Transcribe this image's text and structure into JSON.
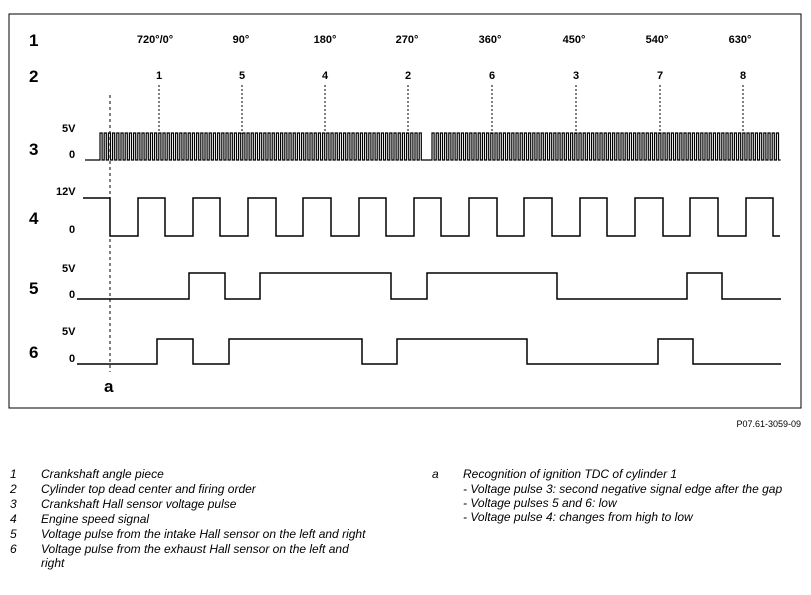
{
  "rows": [
    {
      "num": "1"
    },
    {
      "num": "2"
    },
    {
      "num": "3",
      "high_label": "5V",
      "low_label": "0"
    },
    {
      "num": "4",
      "high_label": "12V",
      "low_label": "0"
    },
    {
      "num": "5",
      "high_label": "5V",
      "low_label": "0"
    },
    {
      "num": "6",
      "high_label": "5V",
      "low_label": "0"
    }
  ],
  "crank_angles": [
    "720°/0°",
    "90°",
    "180°",
    "270°",
    "360°",
    "450°",
    "540°",
    "630°"
  ],
  "firing_order": [
    "1",
    "5",
    "4",
    "2",
    "6",
    "3",
    "7",
    "8"
  ],
  "marker_label": "a",
  "doc_code": "P07.61-3059-09",
  "legend": [
    {
      "key": "1",
      "text": "Crankshaft angle piece"
    },
    {
      "key": "2",
      "text": "Cylinder top dead center and firing order"
    },
    {
      "key": "3",
      "text": "Crankshaft Hall sensor voltage pulse"
    },
    {
      "key": "4",
      "text": "Engine speed signal"
    },
    {
      "key": "5",
      "text": "Voltage pulse from the intake Hall sensor on the left and right"
    },
    {
      "key": "6",
      "text": "Voltage pulse from the exhaust Hall sensor on the left and right"
    }
  ],
  "note": {
    "key": "a",
    "title": "Recognition of ignition TDC of cylinder 1",
    "items": [
      "- Voltage pulse 3: second negative signal edge after the gap",
      "- Voltage pulses 5 and 6: low",
      "- Voltage pulse 4: changes from high to low"
    ]
  }
}
